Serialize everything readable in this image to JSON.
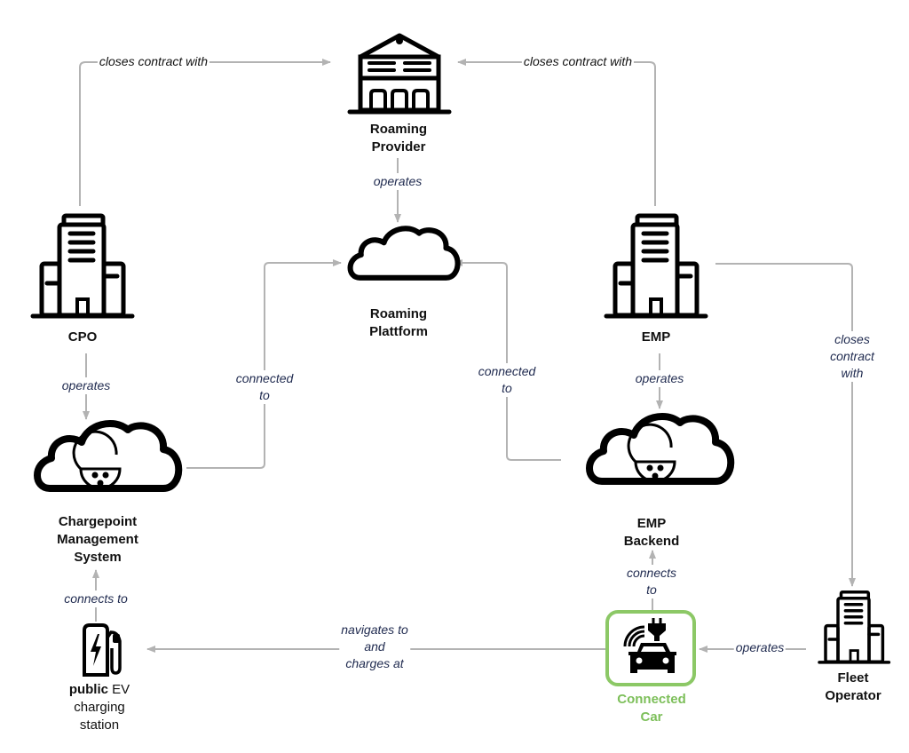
{
  "colors": {
    "icon": "#000000",
    "connector": "#b3b3b3",
    "edge_label": "#1f2a4f",
    "highlight": "#8cc866",
    "highlight_text": "#7dbf5a"
  },
  "nodes": {
    "roaming_provider": {
      "icon": "bank-building-icon",
      "line1": "Roaming",
      "line2": "Provider"
    },
    "roaming_platform": {
      "icon": "cloud-icon",
      "line1": "Roaming",
      "line2": "Plattform"
    },
    "cpo": {
      "icon": "office-buildings-icon",
      "line1": "CPO"
    },
    "emp": {
      "icon": "office-buildings-icon",
      "line1": "EMP"
    },
    "cms": {
      "icon": "cloud-plug-icon",
      "line1": "Chargepoint",
      "line2": "Management",
      "line3": "System"
    },
    "emp_backend": {
      "icon": "cloud-plug-icon",
      "line1": "EMP",
      "line2": "Backend"
    },
    "charging_station": {
      "icon": "ev-charger-icon",
      "line1_bold": "public",
      "line1_rest": " EV",
      "line2": "charging",
      "line3": "station"
    },
    "connected_car": {
      "icon": "connected-car-icon",
      "line1": "Connected",
      "line2": "Car"
    },
    "fleet_operator": {
      "icon": "office-buildings-icon",
      "line1": "Fleet",
      "line2": "Operator"
    }
  },
  "edges": {
    "cpo_to_provider": {
      "label": "closes contract with"
    },
    "emp_to_provider": {
      "label": "closes contract with"
    },
    "provider_to_platform": {
      "label": "operates"
    },
    "cpo_to_cms": {
      "label": "operates"
    },
    "emp_to_backend": {
      "label": "operates"
    },
    "cms_to_platform": {
      "line1": "connected",
      "line2": "to"
    },
    "backend_to_platform": {
      "line1": "connected",
      "line2": "to"
    },
    "emp_to_fleet": {
      "line1": "closes",
      "line2": "contract",
      "line3": "with"
    },
    "station_to_cms": {
      "label": "connects to"
    },
    "car_to_backend": {
      "line1": "connects",
      "line2": "to"
    },
    "car_to_station": {
      "line1": "navigates to",
      "line2": "and",
      "line3": "charges at"
    },
    "fleet_to_car": {
      "label": "operates"
    }
  }
}
